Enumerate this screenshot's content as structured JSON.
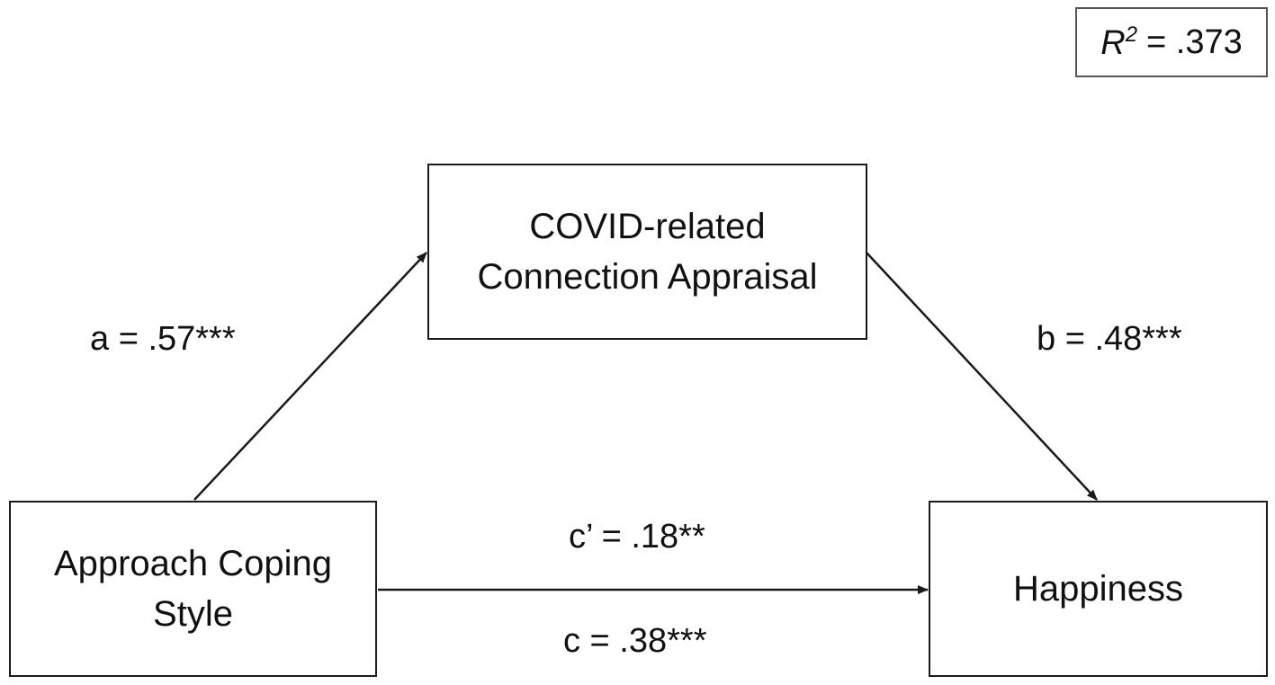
{
  "r_squared": {
    "symbol": "R",
    "exponent": "2",
    "value": "= .373"
  },
  "nodes": {
    "mediator": {
      "line1": "COVID-related",
      "line2": "Connection Appraisal"
    },
    "predictor": {
      "line1": "Approach Coping",
      "line2": "Style"
    },
    "outcome": {
      "label": "Happiness"
    }
  },
  "paths": {
    "a": "a = .57***",
    "b": "b = .48***",
    "c_prime": "c’ = .18**",
    "c": "c = .38***"
  },
  "colors": {
    "line": "#1a1a1a",
    "text": "#111111",
    "background": "#ffffff"
  }
}
